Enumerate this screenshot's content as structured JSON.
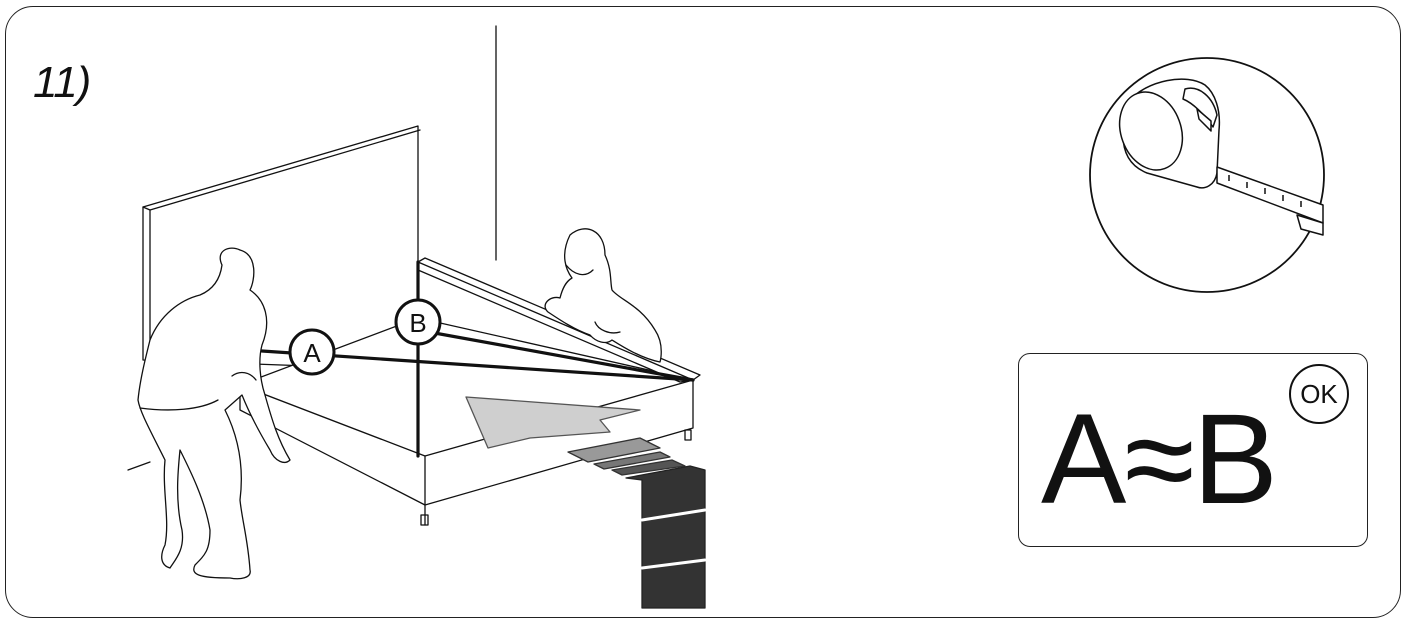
{
  "step": {
    "number": "11)"
  },
  "labels": {
    "a": "A",
    "b": "B"
  },
  "result": {
    "equation": "A≈B",
    "badge": "OK"
  },
  "icons": [
    "tape-measure-icon",
    "arrow-icon"
  ],
  "colors": {
    "line": "#111111",
    "arrow_fill": "#cccccc",
    "stripe_dark": "#333333",
    "stripe_light": "#888888"
  }
}
